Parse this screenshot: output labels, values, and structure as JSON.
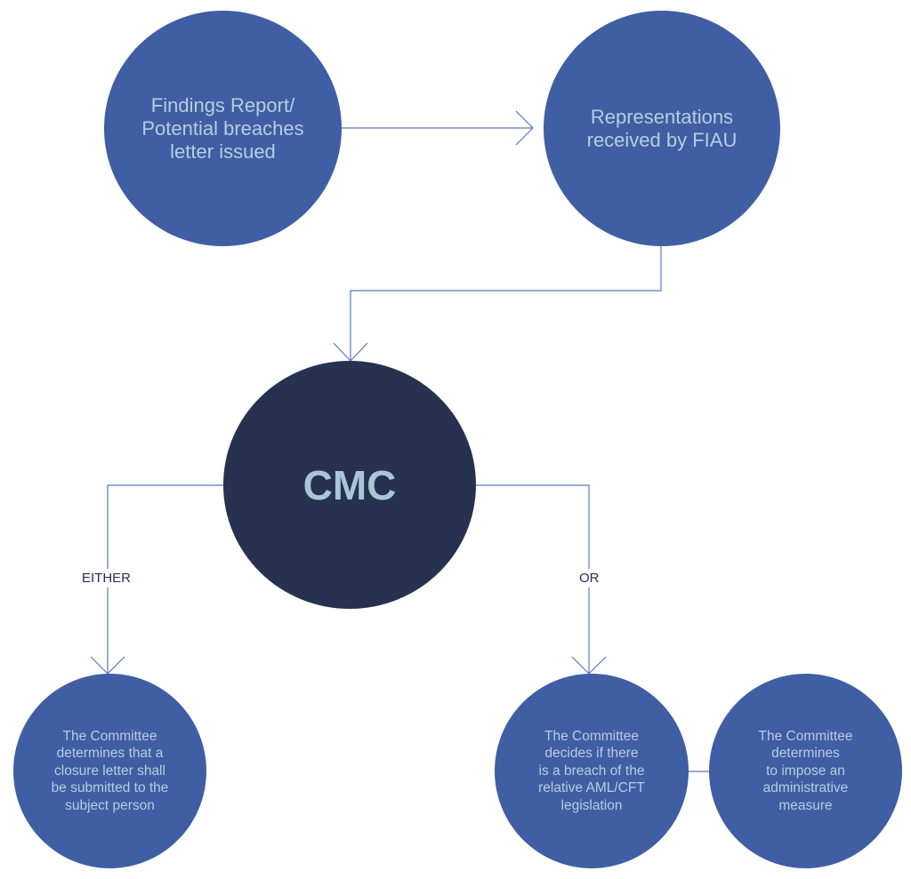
{
  "colors": {
    "node_fill": "#3f5ea3",
    "center_fill": "#273150",
    "node_text": "#b7cde0",
    "center_text": "#a9c6d4",
    "connector": "#5a78b8",
    "label_text": "#273150"
  },
  "nodes": {
    "findings": "Findings Report/\nPotential breaches\nletter issued",
    "representations": "Representations\nreceived by FIAU",
    "cmc": "CMC",
    "closure": "The Committee\ndetermines that a\nclosure letter shall\nbe submitted to the\nsubject person",
    "breach": "The Committee\ndecides if there\nis a breach of the\nrelative AML/CFT\nlegislation",
    "measure": "The Committee\ndetermines\nto impose an\nadministrative\nmeasure"
  },
  "branch_labels": {
    "either": "EITHER",
    "or": "OR"
  }
}
